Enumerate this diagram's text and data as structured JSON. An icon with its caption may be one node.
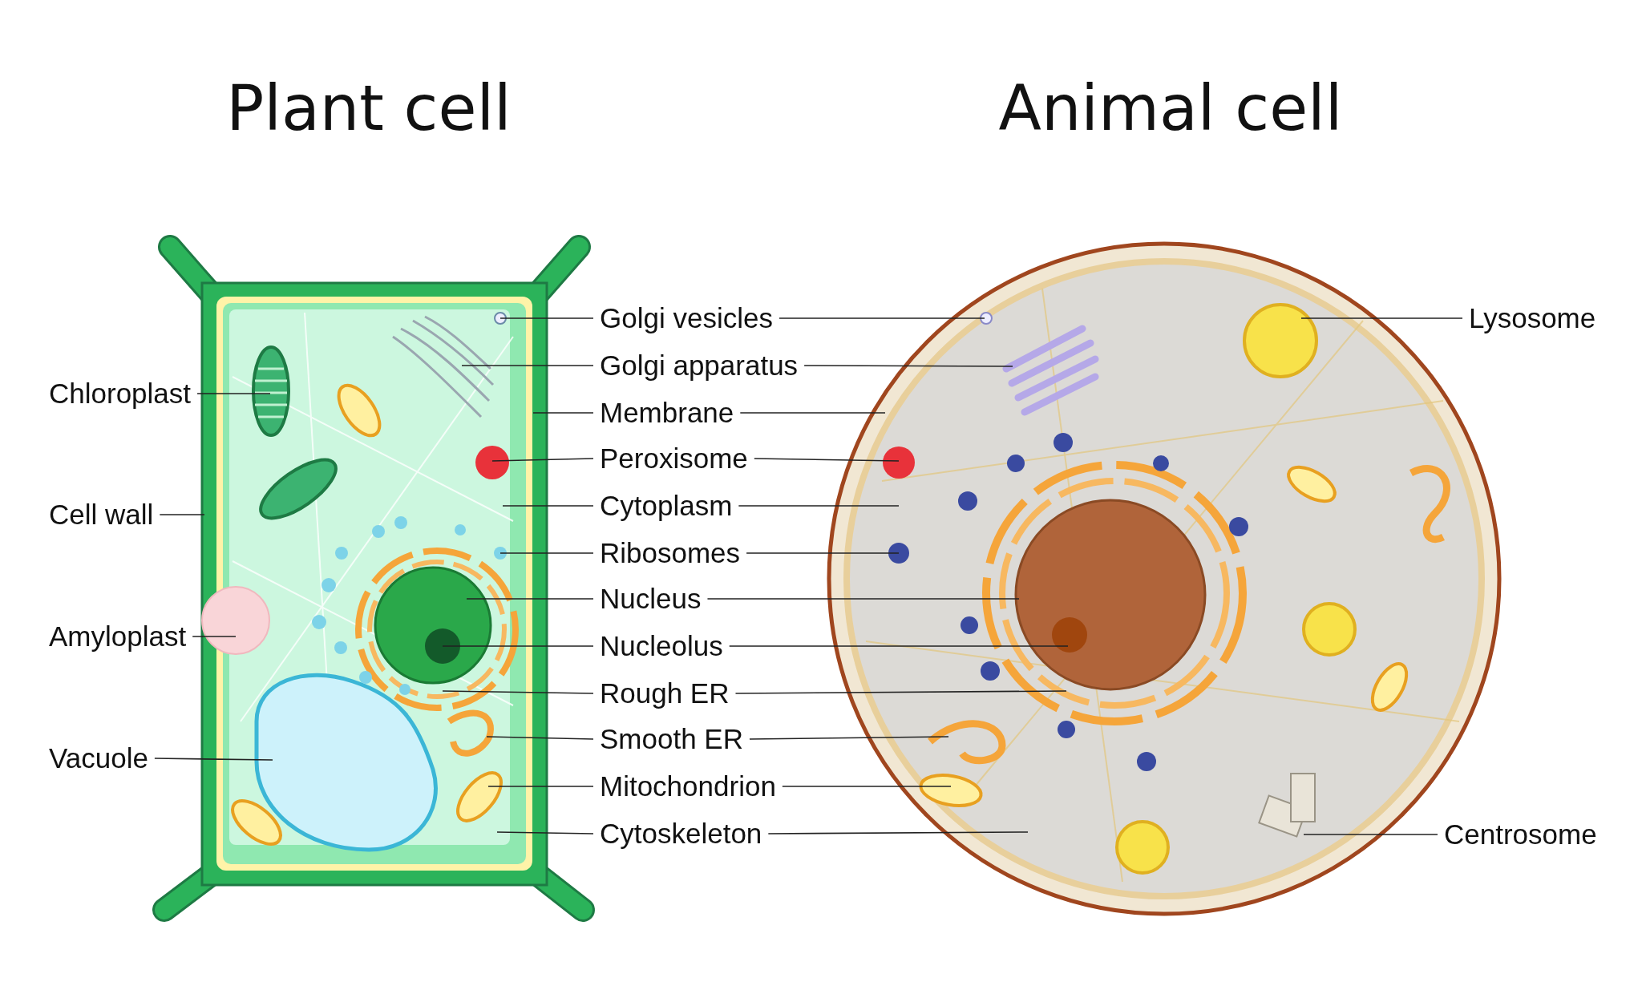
{
  "diagram": {
    "nodes": [
      {
        "text": [
          "Chloroplast"
        ]
      },
      {
        "text": [
          "Cell wall"
        ]
      },
      {
        "text": [
          "Amyloplast"
        ]
      },
      {
        "text": [
          "Vacuole"
        ]
      },
      {
        "text": [
          "Golgi vesicles"
        ]
      },
      {
        "text": [
          "Golgi apparatus"
        ]
      },
      {
        "text": [
          "Membrane"
        ]
      },
      {
        "text": [
          "Peroxisome"
        ]
      },
      {
        "text": [
          "Cytoplasm"
        ]
      },
      {
        "text": [
          "Ribosomes"
        ]
      },
      {
        "text": [
          "Nucleus"
        ]
      },
      {
        "text": [
          "Nucleolus"
        ]
      },
      {
        "text": [
          "Rough ER"
        ]
      },
      {
        "text": [
          "Smooth ER"
        ]
      },
      {
        "text": [
          "Mitochondrion"
        ]
      },
      {
        "text": [
          "Cytoskeleton"
        ]
      },
      {
        "text": [
          "Lysosome"
        ]
      },
      {
        "text": [
          "Centrosome"
        ]
      }
    ],
    "edges": [
      {
        "from": 0,
        "to": null,
        "arrow": "none"
      },
      {
        "from": 1,
        "to": null,
        "arrow": "none"
      },
      {
        "from": 2,
        "to": null,
        "arrow": "none"
      },
      {
        "from": 3,
        "to": null,
        "arrow": "none"
      },
      {
        "from": 4,
        "to": null,
        "arrow": "none"
      },
      {
        "from": 4,
        "to": null,
        "arrow": "none"
      },
      {
        "from": 5,
        "to": null,
        "arrow": "none"
      },
      {
        "from": 5,
        "to": null,
        "arrow": "none"
      },
      {
        "from": 6,
        "to": null,
        "arrow": "none"
      },
      {
        "from": 6,
        "to": null,
        "arrow": "none"
      },
      {
        "from": 7,
        "to": null,
        "arrow": "none"
      },
      {
        "from": 7,
        "to": null,
        "arrow": "none"
      },
      {
        "from": 8,
        "to": null,
        "arrow": "none"
      },
      {
        "from": 8,
        "to": null,
        "arrow": "none"
      },
      {
        "from": 9,
        "to": null,
        "arrow": "none"
      },
      {
        "from": 9,
        "to": null,
        "arrow": "none"
      },
      {
        "from": 10,
        "to": null,
        "arrow": "none"
      },
      {
        "from": 10,
        "to": null,
        "arrow": "none"
      },
      {
        "from": 11,
        "to": null,
        "arrow": "none"
      },
      {
        "from": 11,
        "to": null,
        "arrow": "none"
      },
      {
        "from": 12,
        "to": null,
        "arrow": "none"
      },
      {
        "from": 12,
        "to": null,
        "arrow": "none"
      },
      {
        "from": 13,
        "to": null,
        "arrow": "none"
      },
      {
        "from": 13,
        "to": null,
        "arrow": "none"
      },
      {
        "from": 14,
        "to": null,
        "arrow": "none"
      },
      {
        "from": 14,
        "to": null,
        "arrow": "none"
      },
      {
        "from": 15,
        "to": null,
        "arrow": "none"
      },
      {
        "from": 15,
        "to": null,
        "arrow": "none"
      },
      {
        "from": 16,
        "to": null,
        "arrow": "none"
      },
      {
        "from": 17,
        "to": null,
        "arrow": "none"
      }
    ],
    "labels": [
      "Plant cell",
      "Animal cell"
    ]
  }
}
